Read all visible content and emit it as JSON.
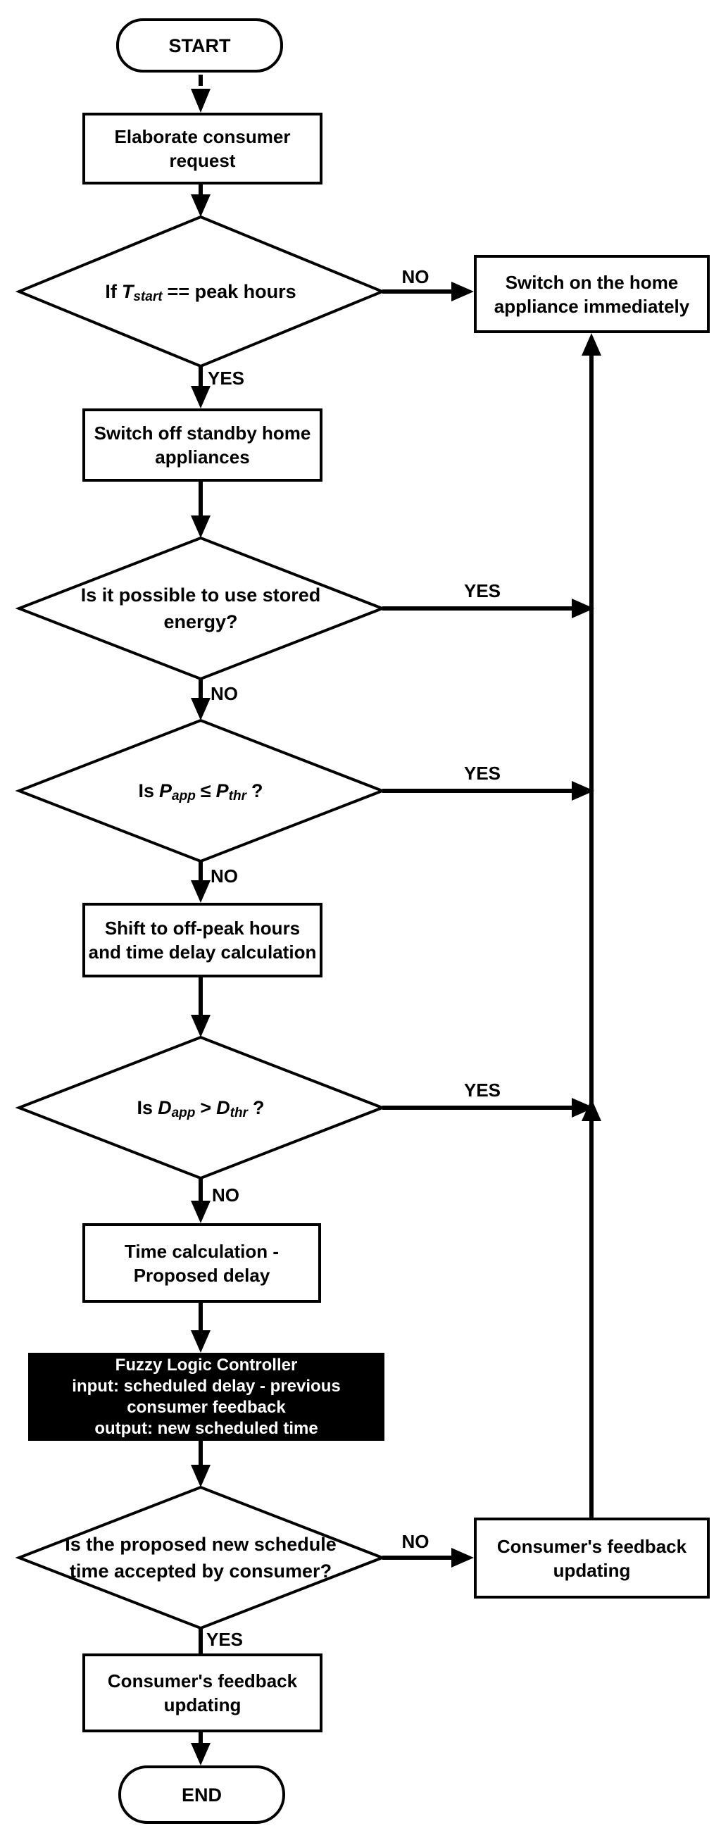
{
  "flow": {
    "start": "START",
    "end": "END",
    "yes": "YES",
    "no": "NO"
  },
  "nodes": {
    "elaborate": {
      "lines": [
        "Elaborate consumer",
        "request"
      ]
    },
    "peak_decision": {
      "pre": "If",
      "var1": "T",
      "sub1": "start",
      "post": "== peak hours"
    },
    "switch_on": {
      "lines": [
        "Switch on the home",
        "appliance immediately"
      ]
    },
    "switch_off": {
      "lines": [
        "Switch off standby home",
        "appliances"
      ]
    },
    "stored_energy_decision": {
      "lines": [
        "Is it possible to use stored",
        "energy?"
      ]
    },
    "power_decision": {
      "pre": "Is",
      "var1": "P",
      "sub1": "app",
      "op": "≤",
      "var2": "P",
      "sub2": "thr",
      "post": "?"
    },
    "shift": {
      "lines": [
        "Shift to off-peak hours",
        "and time delay calculation"
      ]
    },
    "delay_decision": {
      "pre": "Is",
      "var1": "D",
      "sub1": "app",
      "op": ">",
      "var2": "D",
      "sub2": "thr",
      "post": "?"
    },
    "time_calc": {
      "lines": [
        "Time calculation -",
        "Proposed delay"
      ]
    },
    "fuzzy": {
      "lines": [
        "Fuzzy Logic Controller",
        "input: scheduled delay - previous",
        "consumer feedback",
        "output: new scheduled time"
      ]
    },
    "schedule_decision": {
      "lines": [
        "Is the proposed new schedule",
        "time accepted by consumer?"
      ]
    },
    "feedback_no_branch": {
      "lines": [
        "Consumer's feedback",
        "updating"
      ]
    },
    "feedback_yes_branch": {
      "lines": [
        "Consumer's feedback",
        "updating"
      ]
    }
  },
  "colors": {
    "line": "#000000",
    "bg": "#ffffff",
    "fuzzy_bg": "#000000",
    "fuzzy_text": "#ffffff"
  }
}
